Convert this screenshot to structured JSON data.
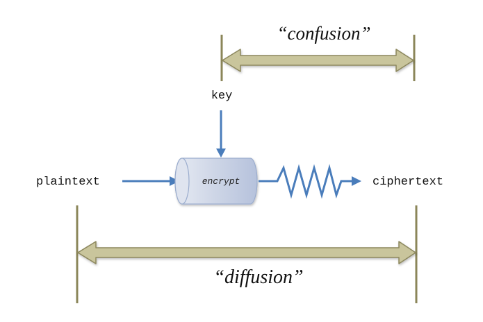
{
  "labels": {
    "confusion": "“confusion”",
    "diffusion": "“diffusion”",
    "key": "key",
    "plaintext": "plaintext",
    "ciphertext": "ciphertext",
    "encrypt": "encrypt"
  },
  "colors": {
    "bracket_line": "#8b8659",
    "double_arrow_fill": "#c9c59c",
    "double_arrow_stroke": "#8c875d",
    "flow_blue": "#4a7dbb",
    "cylinder_fill": "#c5cde0",
    "cylinder_stroke": "#9aaccd",
    "text": "#111111"
  },
  "icons": {
    "cylinder": "encrypt-cylinder-icon",
    "zigzag": "zigzag-signal-icon"
  }
}
